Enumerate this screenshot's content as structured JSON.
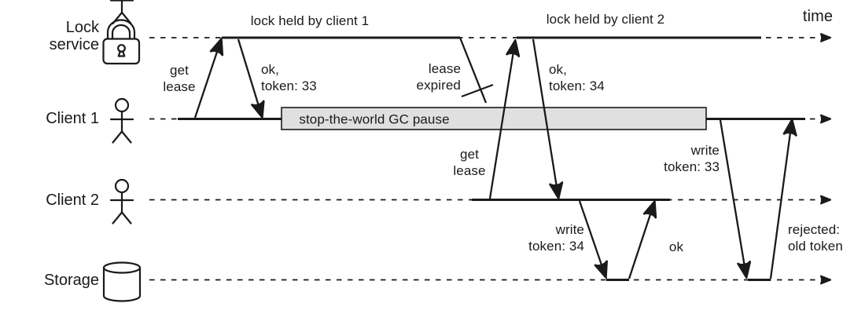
{
  "diagram": {
    "lanes": [
      {
        "label": "Lock\nservice",
        "icon": "padlock-icon"
      },
      {
        "label": "Client 1",
        "icon": "person-icon"
      },
      {
        "label": "Client 2",
        "icon": "person-icon"
      },
      {
        "label": "Storage",
        "icon": "database-cylinder-icon"
      }
    ],
    "timeline_label": "time",
    "spans": {
      "lock_held_1": "lock held by client 1",
      "lock_held_2": "lock held by client 2",
      "gc_pause": "stop-the-world GC pause"
    },
    "messages": {
      "get_lease_1": "get\nlease",
      "ok_token_33": "ok,\ntoken: 33",
      "lease_expired": "lease\nexpired",
      "get_lease_2": "get\nlease",
      "ok_token_34": "ok,\ntoken: 34",
      "write_token_34": "write\ntoken: 34",
      "ok_response": "ok",
      "write_token_33": "write\ntoken: 33",
      "rejected": "rejected:\nold token"
    },
    "colors": {
      "ink": "#1a1a1a",
      "pause_box_fill": "#e0e0e0"
    }
  }
}
